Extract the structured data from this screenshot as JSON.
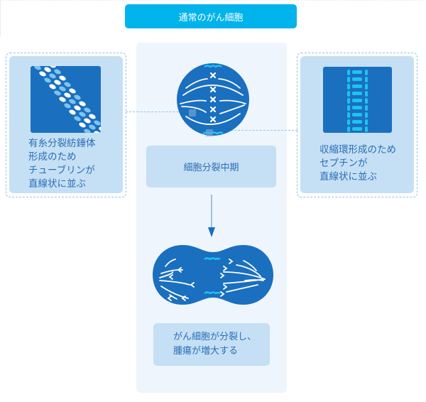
{
  "title": "通常のがん細胞",
  "left_panel": {
    "label": "有糸分裂紡錘体\n形成のため\nチューブリンが\n直線状に並ぶ",
    "icon": "tubulin-filament-icon"
  },
  "right_panel": {
    "label": "収縮環形成のため\nセプチンが\n直線状に並ぶ",
    "icon": "septin-filament-icon"
  },
  "center": {
    "stage_label": "細胞分裂中期",
    "result_label": "がん細胞が分裂し、\n腫瘍が増大する",
    "metaphase_icon": "metaphase-cell-icon",
    "division_icon": "dividing-cell-icon",
    "arrow_icon": "down-arrow-icon"
  },
  "colors": {
    "title_bg": "#00b4eb",
    "cell_blue": "#1a6fbf",
    "accent_cyan": "#1fc3f0",
    "panel_bg": "#c5e0f5",
    "column_bg": "#eef5fd",
    "text_blue": "#2a6db5"
  }
}
